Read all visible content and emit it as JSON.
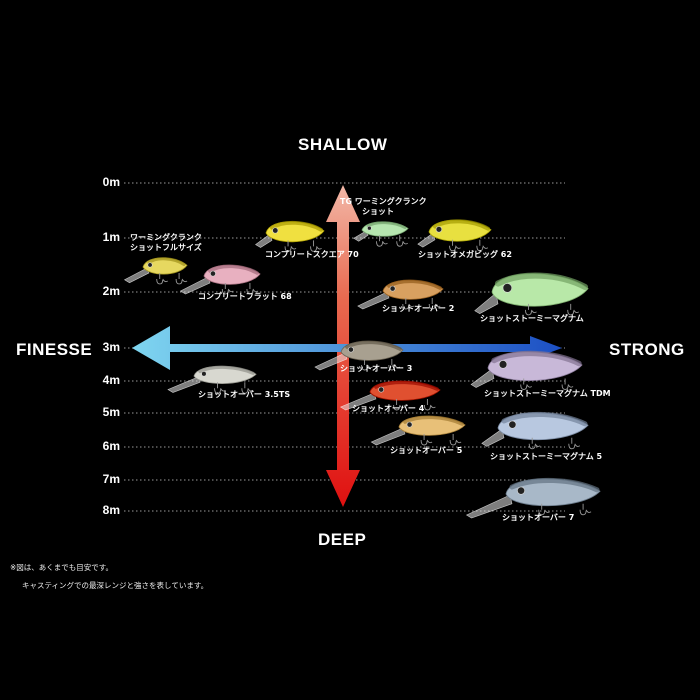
{
  "axis": {
    "shallow": "SHALLOW",
    "deep": "DEEP",
    "finesse": "FINESSE",
    "strong": "STRONG"
  },
  "depths": [
    "0m",
    "1m",
    "2m",
    "3m",
    "4m",
    "5m",
    "6m",
    "7m",
    "8m"
  ],
  "colors": {
    "vertical_top": "#f2b8a8",
    "vertical_bottom": "#e01010",
    "horizontal_left": "#7fd6f0",
    "horizontal_right": "#1c4fc4",
    "gridline": "#9a9a9a"
  },
  "lures": [
    {
      "label": "TG ワーミングクランク ショット",
      "color": "#b6e6b0"
    },
    {
      "label": "ワーミングクランク ショットフルサイズ",
      "color": "#e6d860"
    },
    {
      "label": "コンプリートスクエア 70",
      "color": "#f0e040"
    },
    {
      "label": "ショットオメガビッグ 62",
      "color": "#e8e040"
    },
    {
      "label": "コンプリートフラット 68",
      "color": "#e8b0c0"
    },
    {
      "label": "ショットオーバー 2",
      "color": "#d8a060"
    },
    {
      "label": "ショットストーミーマグナム",
      "color": "#b8e8a8"
    },
    {
      "label": "ショットオーバー 3",
      "color": "#a8a090"
    },
    {
      "label": "ショットオーバー 3.5TS",
      "color": "#d8d8d0"
    },
    {
      "label": "ショットストーミーマグナム TDM",
      "color": "#c8b8d8"
    },
    {
      "label": "ショットオーバー 4",
      "color": "#e05030"
    },
    {
      "label": "ショットオーバー 5",
      "color": "#e8c078"
    },
    {
      "label": "ショットストーミーマグナム 5",
      "color": "#b8c8e0"
    },
    {
      "label": "ショットオーバー 7",
      "color": "#a8b8c8"
    }
  ],
  "notes": [
    "※図は、あくまでも目安です。",
    "キャスティングでの最深レンジと強さを表しています。"
  ]
}
